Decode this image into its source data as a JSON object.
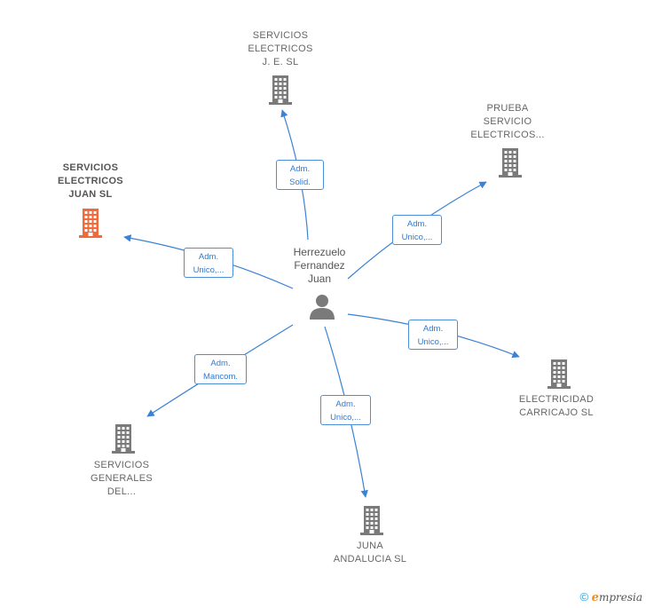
{
  "person": {
    "name": "Herrezuelo\nFernandez\nJuan"
  },
  "companies": [
    {
      "id": "c1",
      "name": "SERVICIOS\nELECTRICOS\nJ. E.  SL",
      "role": "Adm.\nSolid.",
      "focus": false
    },
    {
      "id": "c2",
      "name": "PRUEBA\nSERVICIO\nELECTRICOS...",
      "role": "Adm.\nUnico,...",
      "focus": false
    },
    {
      "id": "c3",
      "name": "SERVICIOS\nELECTRICOS\nJUAN  SL",
      "role": "Adm.\nUnico,...",
      "focus": true
    },
    {
      "id": "c4",
      "name": "ELECTRICIDAD\nCARRICAJO  SL",
      "role": "Adm.\nUnico,...",
      "focus": false
    },
    {
      "id": "c5",
      "name": "SERVICIOS\nGENERALES\nDEL...",
      "role": "Adm.\nMancom.",
      "focus": false
    },
    {
      "id": "c6",
      "name": "JUNA\nANDALUCIA  SL",
      "role": "Adm.\nUnico,...",
      "focus": false
    }
  ],
  "footer": {
    "copyright": "©",
    "brand_e": "e",
    "brand_rest": "mpresia"
  },
  "colors": {
    "edge": "#3b82d6",
    "building": "#7a7a7a",
    "building_focus": "#f26a3a",
    "person": "#7a7a7a"
  }
}
